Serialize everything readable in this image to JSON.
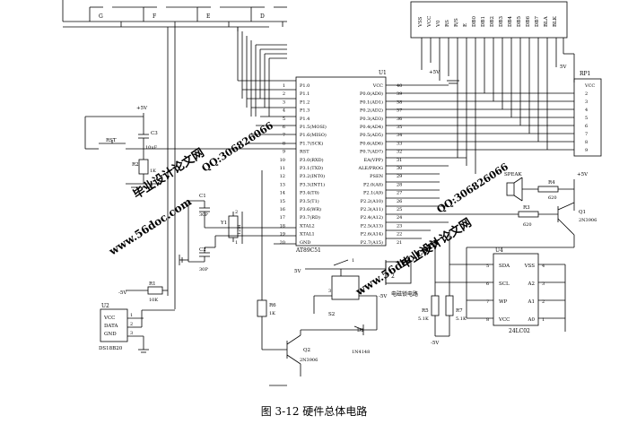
{
  "caption": "图 3-12 硬件总体电路",
  "buttons": [
    {
      "label": "G"
    },
    {
      "label": "F"
    },
    {
      "label": "E"
    },
    {
      "label": "D"
    }
  ],
  "lcd_pins": [
    "VSS",
    "VCC",
    "V0",
    "RS",
    "R/S",
    "E",
    "DB0",
    "DB1",
    "DB2",
    "DB3",
    "DB4",
    "DB5",
    "DB6",
    "DB7",
    "BLA",
    "BLK"
  ],
  "mcu": {
    "ref": "U1",
    "part": "AT89C51",
    "left_pins": [
      {
        "num": "1",
        "name": "P1.0"
      },
      {
        "num": "2",
        "name": "P1.1"
      },
      {
        "num": "3",
        "name": "P1.2"
      },
      {
        "num": "4",
        "name": "P1.3"
      },
      {
        "num": "5",
        "name": "P1.4"
      },
      {
        "num": "6",
        "name": "P1.5(MOSI)"
      },
      {
        "num": "7",
        "name": "P1.6(MISO)"
      },
      {
        "num": "8",
        "name": "P1.7(SCK)"
      },
      {
        "num": "9",
        "name": "RST"
      },
      {
        "num": "10",
        "name": "P3.0(RXD)"
      },
      {
        "num": "11",
        "name": "P3.1(TXD)"
      },
      {
        "num": "12",
        "name": "P3.2(INT0)"
      },
      {
        "num": "13",
        "name": "P3.3(INT1)"
      },
      {
        "num": "14",
        "name": "P3.4(T0)"
      },
      {
        "num": "15",
        "name": "P3.5(T1)"
      },
      {
        "num": "16",
        "name": "P3.6(WR)"
      },
      {
        "num": "17",
        "name": "P3.7(RD)"
      },
      {
        "num": "18",
        "name": "XTAL2"
      },
      {
        "num": "19",
        "name": "XTAL1"
      },
      {
        "num": "20",
        "name": "GND"
      }
    ],
    "right_pins": [
      {
        "num": "40",
        "name": "VCC"
      },
      {
        "num": "39",
        "name": "P0.0(AD0)"
      },
      {
        "num": "38",
        "name": "P0.1(AD1)"
      },
      {
        "num": "37",
        "name": "P0.2(AD2)"
      },
      {
        "num": "36",
        "name": "P0.3(AD3)"
      },
      {
        "num": "35",
        "name": "P0.4(AD4)"
      },
      {
        "num": "34",
        "name": "P0.5(AD5)"
      },
      {
        "num": "33",
        "name": "P0.6(AD6)"
      },
      {
        "num": "32",
        "name": "P0.7(AD7)"
      },
      {
        "num": "31",
        "name": "EA(VPP)"
      },
      {
        "num": "30",
        "name": "ALE/PROG"
      },
      {
        "num": "29",
        "name": "PSEN"
      },
      {
        "num": "28",
        "name": "P2.0(A8)"
      },
      {
        "num": "27",
        "name": "P2.1(A9)"
      },
      {
        "num": "26",
        "name": "P2.2(A10)"
      },
      {
        "num": "25",
        "name": "P2.3(A11)"
      },
      {
        "num": "24",
        "name": "P2.4(A12)"
      },
      {
        "num": "23",
        "name": "P2.5(A13)"
      },
      {
        "num": "22",
        "name": "P2.6(A14)"
      },
      {
        "num": "21",
        "name": "P2.7(A15)"
      }
    ]
  },
  "rp1": {
    "ref": "RP1",
    "pins": [
      "VCC",
      "2",
      "3",
      "4",
      "5",
      "6",
      "7",
      "8",
      "9"
    ]
  },
  "eeprom": {
    "ref": "U4",
    "part": "24LC02",
    "left": [
      {
        "num": "5",
        "name": "SDA"
      },
      {
        "num": "6",
        "name": "SCL"
      },
      {
        "num": "7",
        "name": "WP"
      },
      {
        "num": "8",
        "name": "VCC"
      }
    ],
    "right": [
      {
        "num": "4",
        "name": "VSS"
      },
      {
        "num": "3",
        "name": "A2"
      },
      {
        "num": "2",
        "name": "A1"
      },
      {
        "num": "1",
        "name": "A0"
      }
    ]
  },
  "sensor": {
    "ref": "U2",
    "part": "DS18B20",
    "lines": [
      "VCC",
      "DATA",
      "GND"
    ],
    "pins": [
      "1",
      "2",
      "3"
    ]
  },
  "components": {
    "c3_ref": "C3",
    "c3_val": "10uF",
    "r2_ref": "R2",
    "r2_val": "1K",
    "rst": "RST",
    "c1_ref": "C1",
    "c1_val": "30P",
    "c2_ref": "C2",
    "c2_val": "30P",
    "y1_ref": "Y1",
    "y1_val": "12M",
    "crystal_pins": [
      "2",
      "1"
    ],
    "r1_ref": "R1",
    "r1_val": "10K",
    "r6_ref": "R6",
    "r6_val": "1K",
    "q2_ref": "Q2",
    "q2_val": "2N3906",
    "d2_ref": "D2",
    "d2_val": "1N4148",
    "s2_ref": "S2",
    "relay_pins": [
      "1",
      "2",
      "3",
      "4"
    ],
    "relay_label": "电磁锁电路",
    "r5_ref": "R5",
    "r5_val": "5.1K",
    "r7_ref": "R7",
    "r7_val": "5.1K",
    "speak": "SPEAK",
    "r4_ref": "R4",
    "r4_val": "620",
    "r3_ref": "R3",
    "r3_val": "620",
    "q1_ref": "Q1",
    "q1_val": "2N3906"
  },
  "power": {
    "vcc": "+5V",
    "vcc_alt": "5V",
    "vneg": "-5V"
  },
  "watermarks": [
    {
      "text": "毕业设计论文网"
    },
    {
      "text": "QQ:306826066"
    },
    {
      "text": "www.56doc.com"
    },
    {
      "text": "www.56doc.com"
    },
    {
      "text": "QQ:306826066"
    },
    {
      "text": "毕业设计论文网"
    }
  ]
}
